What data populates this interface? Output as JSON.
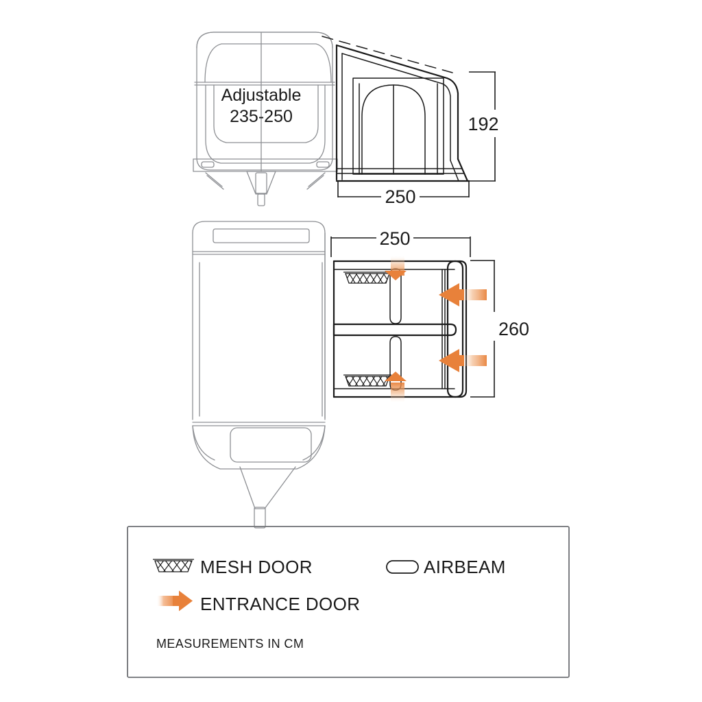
{
  "diagram": {
    "title": "Caravan awning dimension diagram",
    "units_note": "MEASUREMENTS IN CM",
    "colors": {
      "accent_orange": "#e8813a",
      "line_dark": "#1a1a1a",
      "line_grey": "#8d8f93",
      "legend_border": "#6f7175",
      "background": "#ffffff"
    }
  },
  "side_elevation": {
    "name": "side-elevation-view",
    "caravan_label_line1": "Adjustable",
    "caravan_label_line2": "235-250",
    "height_dimension": "192",
    "depth_dimension": "250"
  },
  "plan_view": {
    "name": "plan-view",
    "width_dimension": "250",
    "depth_dimension": "260",
    "features": [
      {
        "type": "mesh-door",
        "position": "front-left"
      },
      {
        "type": "mesh-door",
        "position": "rear-left"
      },
      {
        "type": "entrance-door",
        "position": "front-top"
      },
      {
        "type": "entrance-door",
        "position": "rear-bottom"
      },
      {
        "type": "entrance-door",
        "position": "front-right"
      },
      {
        "type": "entrance-door",
        "position": "rear-right"
      }
    ]
  },
  "legend": {
    "name": "legend-panel",
    "items": [
      {
        "icon": "mesh-door-icon",
        "label": "MESH DOOR"
      },
      {
        "icon": "airbeam-icon",
        "label": "AIRBEAM"
      },
      {
        "icon": "entrance-door-arrow-icon",
        "label": "ENTRANCE DOOR"
      }
    ],
    "footnote": "MEASUREMENTS IN CM"
  }
}
